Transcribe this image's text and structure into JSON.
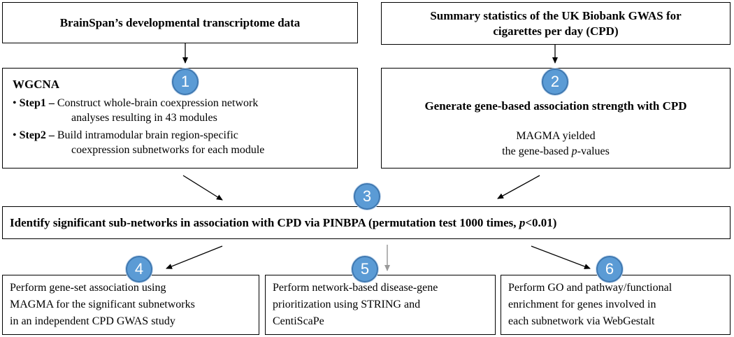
{
  "top_left_box": {
    "text": "BrainSpan’s developmental transcriptome data"
  },
  "top_right_box": {
    "line1": "Summary statistics of the UK Biobank GWAS for",
    "line2": "cigarettes per day (CPD)"
  },
  "wgcna_box": {
    "title": "WGCNA",
    "step1_label": "Step1",
    "step1_line1": "Construct whole-brain coexpression network",
    "step1_line2": "analyses resulting in 43 modules",
    "step2_label": "Step2",
    "step2_line1": "Build intramodular brain region-specific",
    "step2_line2": "coexpression subnetworks for each module",
    "bullet": "•",
    "dash": "–"
  },
  "magma_box": {
    "title": "Generate gene-based association strength with CPD",
    "line1": "MAGMA yielded",
    "line2_prefix": "the gene-based ",
    "line2_italic": "p",
    "line2_suffix": "-values"
  },
  "pinbpa_box": {
    "text_main": "Identify significant sub-networks in association with CPD via PINBPA  (permutation test 1000 times, ",
    "text_italic": "p",
    "text_end": "<0.01)"
  },
  "bottom_boxes": [
    {
      "lines": [
        "Perform gene-set association using",
        "MAGMA for the significant subnetworks",
        "in an independent CPD GWAS study"
      ]
    },
    {
      "lines": [
        "Perform network-based disease-gene",
        "prioritization using STRING and",
        "CentiScaPe"
      ]
    },
    {
      "lines": [
        "Perform GO and pathway/functional",
        "enrichment for genes involved in",
        "each subnetwork via WebGestalt"
      ]
    }
  ],
  "badges": [
    "1",
    "2",
    "3",
    "4",
    "5",
    "6"
  ],
  "colors": {
    "badge_fill": "#5b9bd5",
    "badge_border": "#3f78b0",
    "box_border": "#000000",
    "arrow_gray": "#9a9a9a"
  }
}
